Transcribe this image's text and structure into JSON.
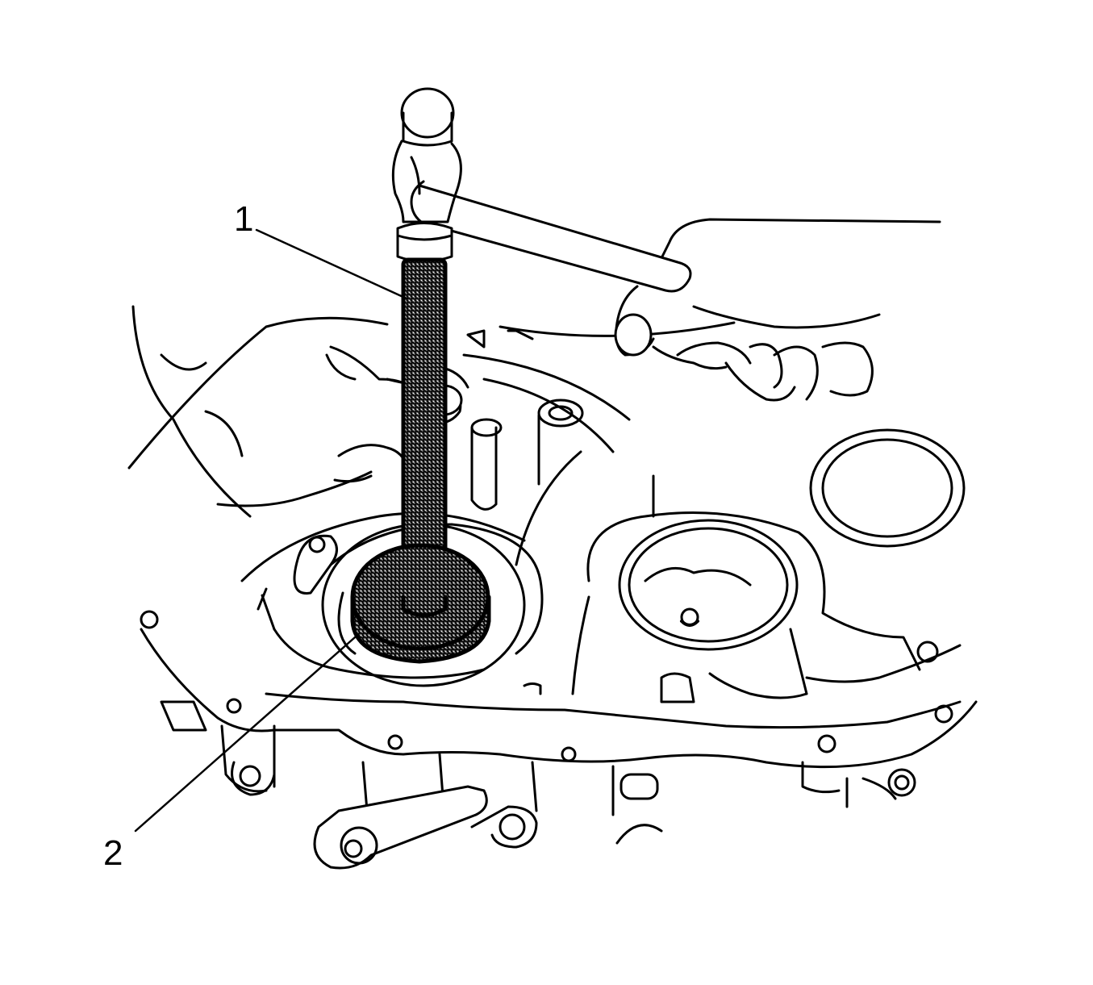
{
  "callouts": {
    "one": "1",
    "two": "2"
  },
  "parts": [
    {
      "number": "1",
      "name": "installer-handle",
      "icon": "installer-handle-icon"
    },
    {
      "number": "2",
      "name": "seal-installer",
      "icon": "seal-installer-icon"
    }
  ],
  "colors": {
    "line": "#000000",
    "background": "#ffffff",
    "tool_pattern": "#777777"
  }
}
